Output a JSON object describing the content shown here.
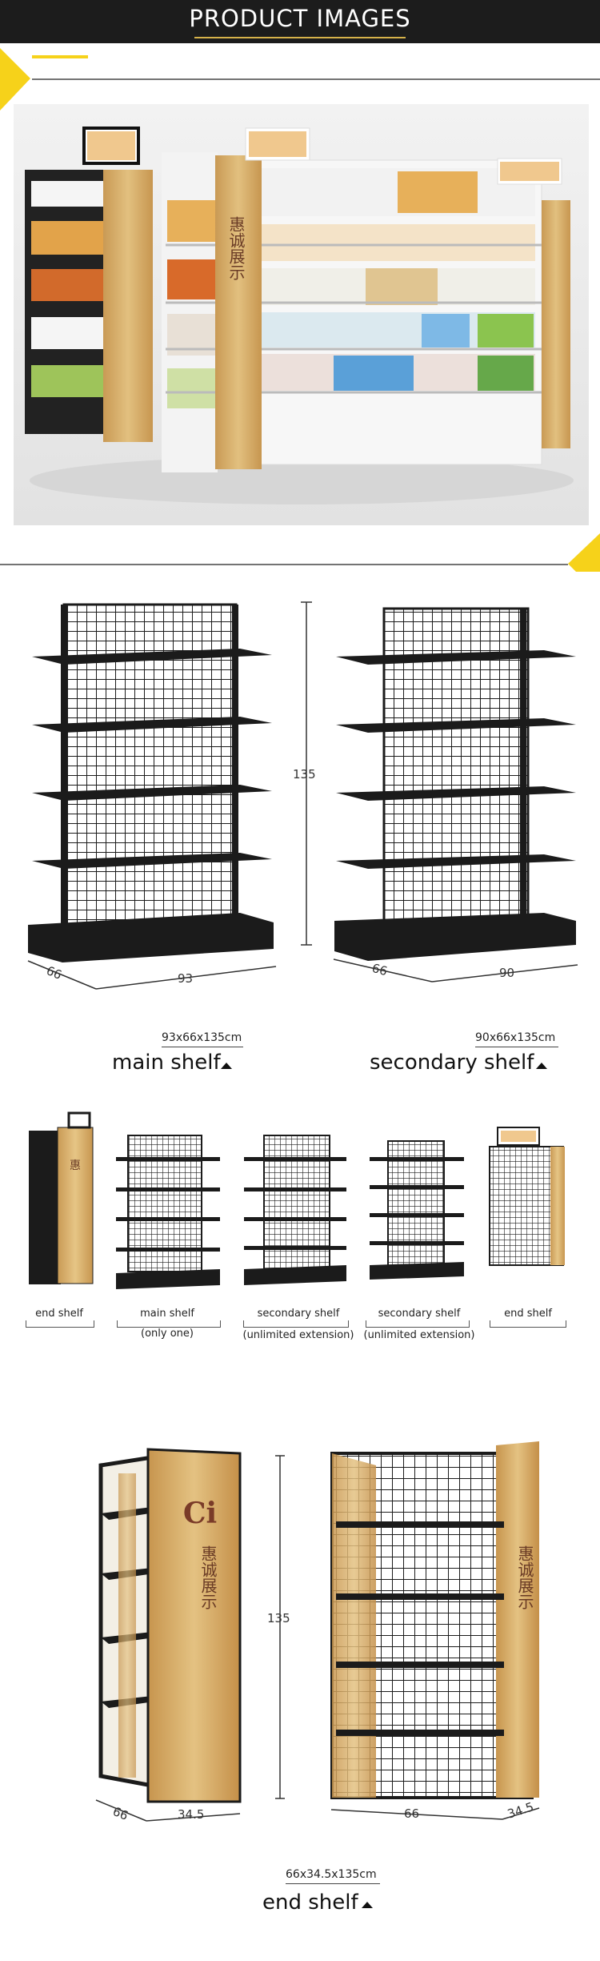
{
  "header": {
    "title": "PRODUCT IMAGES"
  },
  "colors": {
    "accent": "#f6d21a",
    "header_bg": "#1c1c1c",
    "shelf_black": "#1b1b1b",
    "wood": "#d8b36c"
  },
  "section_photo": {
    "brand_chars": "惠诚展示"
  },
  "section_dimensions": {
    "height_label": "135",
    "main": {
      "width": "93",
      "depth": "66",
      "size": "93x66x135cm",
      "name": "main shelf"
    },
    "secondary": {
      "width": "90",
      "depth": "66",
      "size": "90x66x135cm",
      "name": "secondary shelf"
    }
  },
  "section_lineup": {
    "items": [
      {
        "name": "end shelf",
        "sub": ""
      },
      {
        "name": "main shelf",
        "sub": "(only one)"
      },
      {
        "name": "secondary shelf",
        "sub": "(unlimited extension)"
      },
      {
        "name": "secondary shelf",
        "sub": "(unlimited extension)"
      },
      {
        "name": "end shelf",
        "sub": ""
      }
    ]
  },
  "section_end": {
    "height_label": "135",
    "left_depth": "66",
    "left_width": "34.5",
    "right_width": "66",
    "right_depth": "34.5",
    "size": "66x34.5x135cm",
    "name": "end shelf",
    "brand_chars": "惠诚展示"
  }
}
